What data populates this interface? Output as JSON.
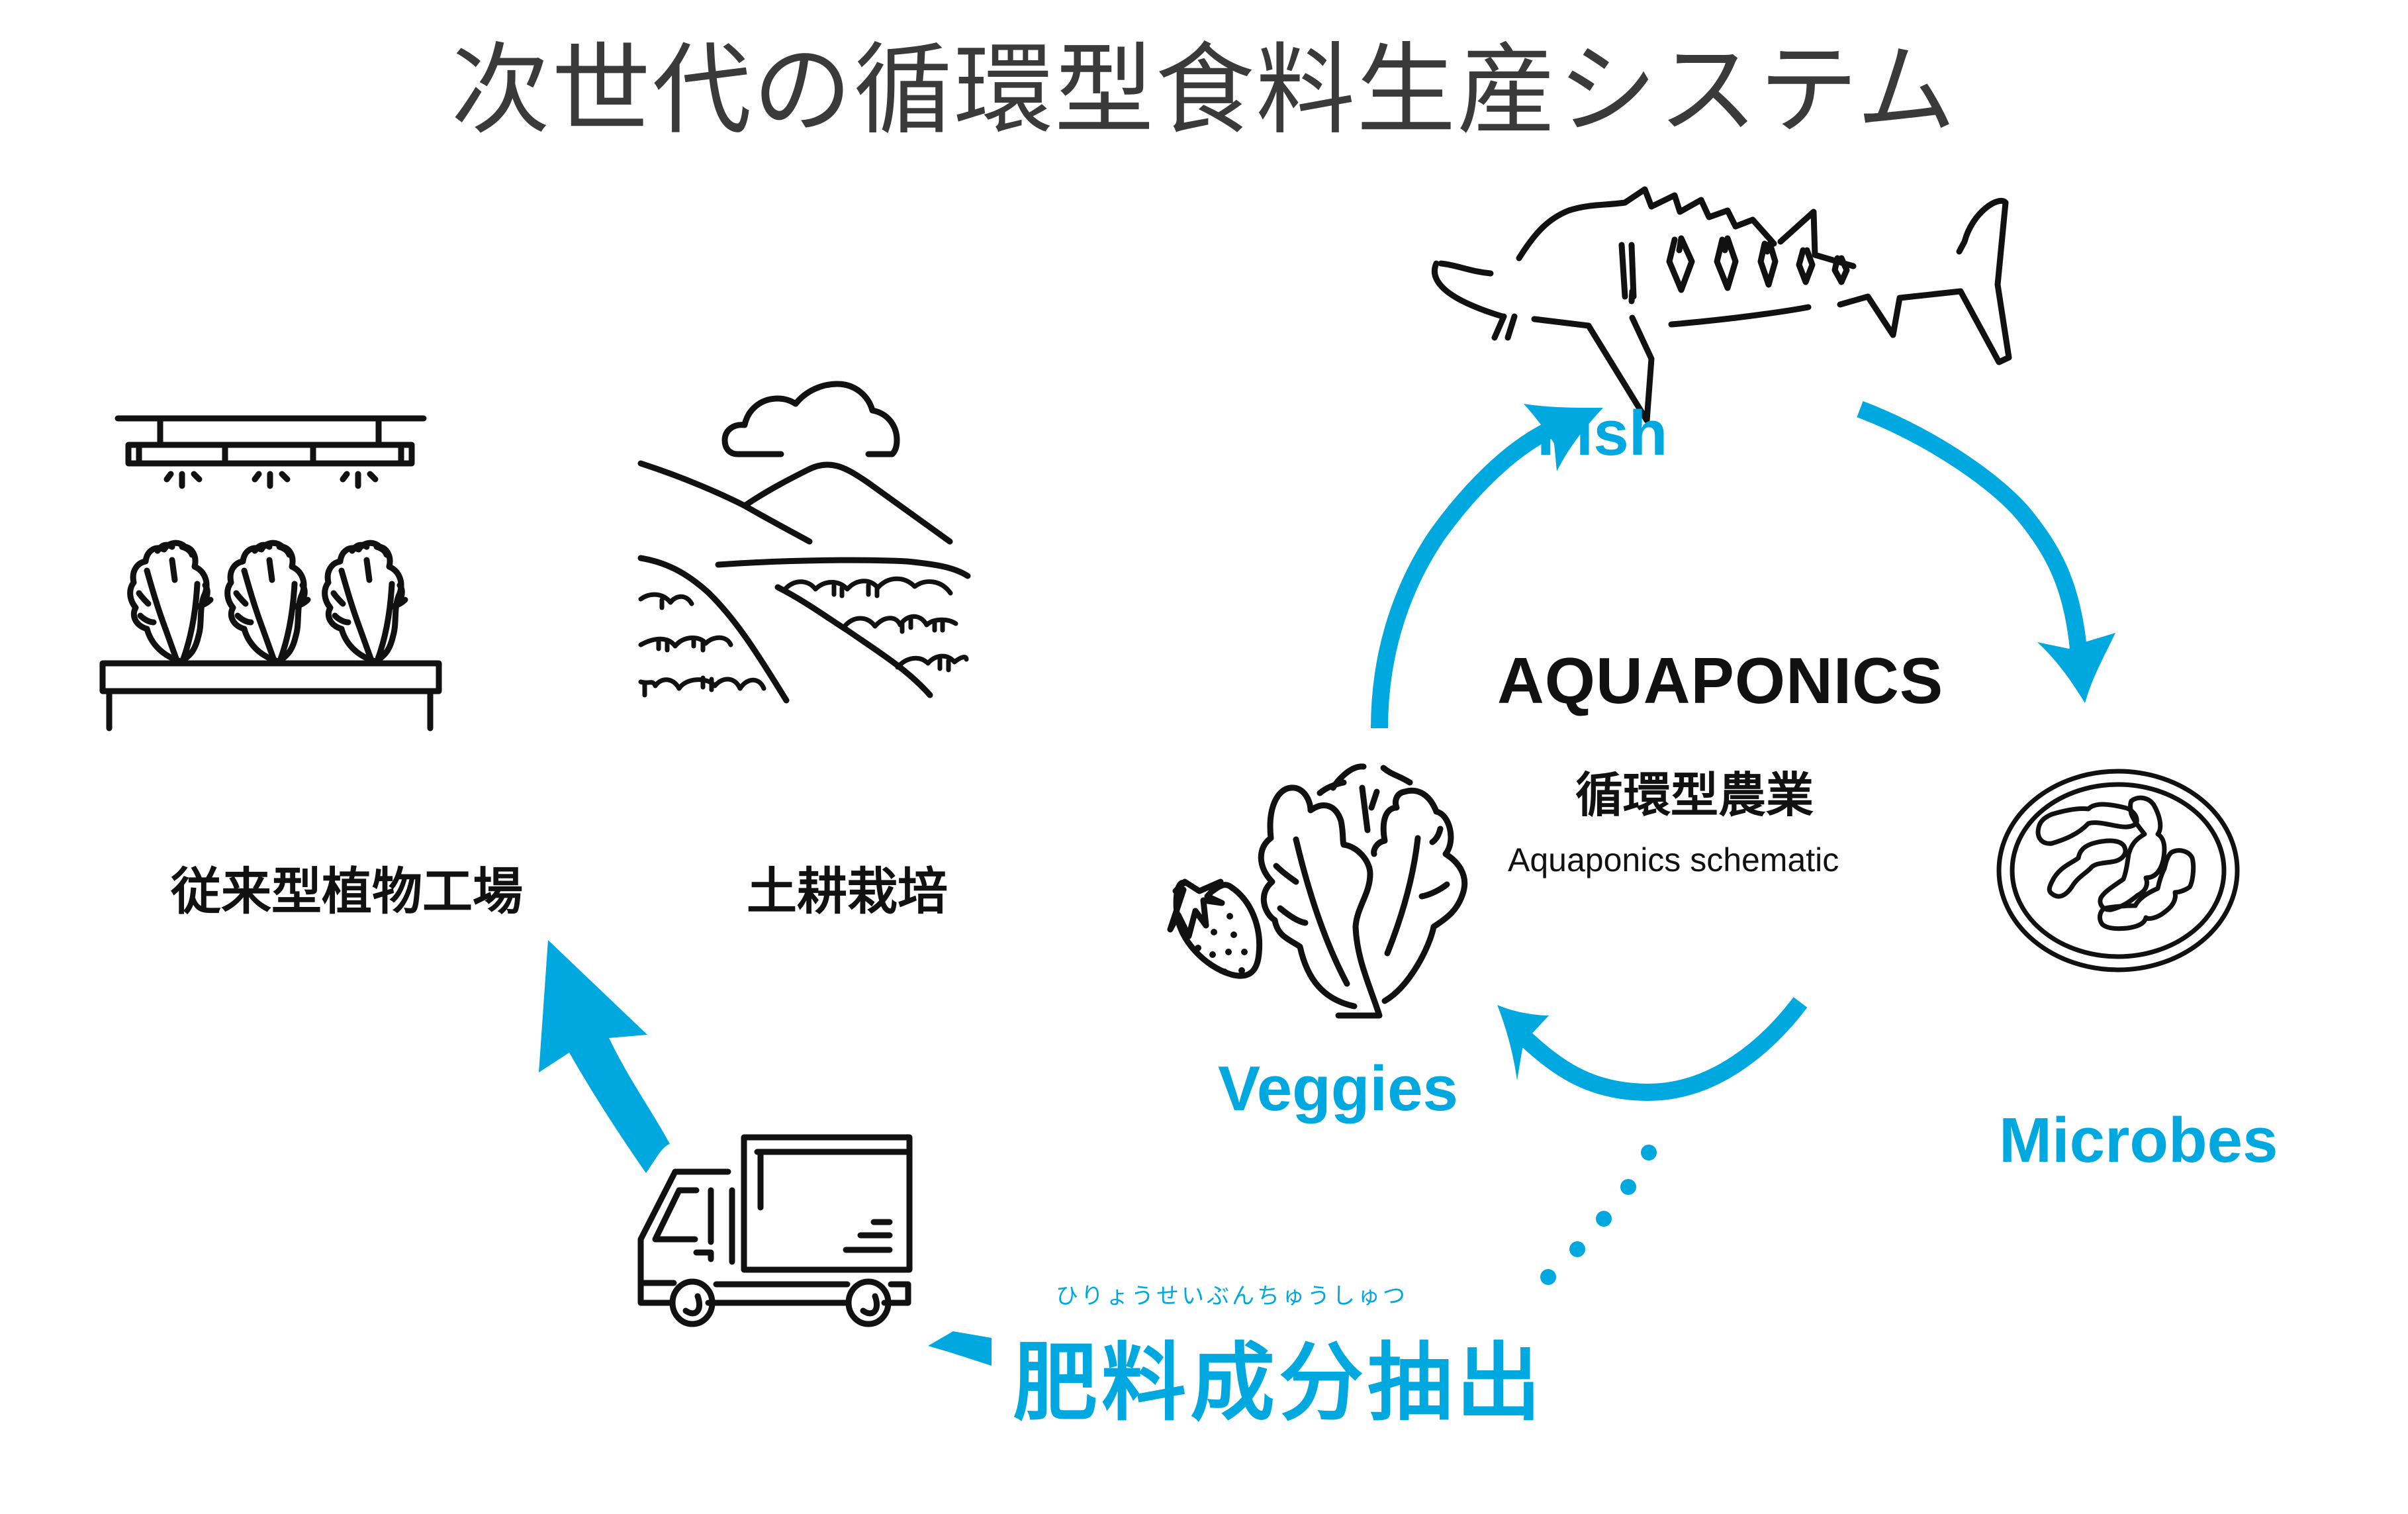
{
  "title": "次世代の循環型食料生産システム",
  "colors": {
    "accent": "#00a8e0",
    "text_dark": "#111111",
    "title": "#3a3a3a",
    "background": "#ffffff"
  },
  "left_panel": {
    "plant_factory_label": "従来型植物工場",
    "soil_farming_label": "土耕栽培"
  },
  "cycle": {
    "center_title": "AQUAPONICS",
    "center_subtitle": "循環型農業",
    "center_caption": "Aquaponics schematic",
    "nodes": [
      {
        "id": "fish",
        "label": "Fish",
        "icon": "sturgeon-fish-icon"
      },
      {
        "id": "microbes",
        "label": "Microbes",
        "icon": "petri-dish-bacteria-icon"
      },
      {
        "id": "veggies",
        "label": "Veggies",
        "icon": "lettuce-strawberry-icon"
      }
    ],
    "flow": [
      "Fish",
      "Microbes",
      "Veggies",
      "Fish"
    ]
  },
  "extraction": {
    "furigana": "ひりょうせいぶんちゅうしゅつ",
    "label": "肥料成分抽出",
    "icon": "delivery-truck-icon"
  }
}
